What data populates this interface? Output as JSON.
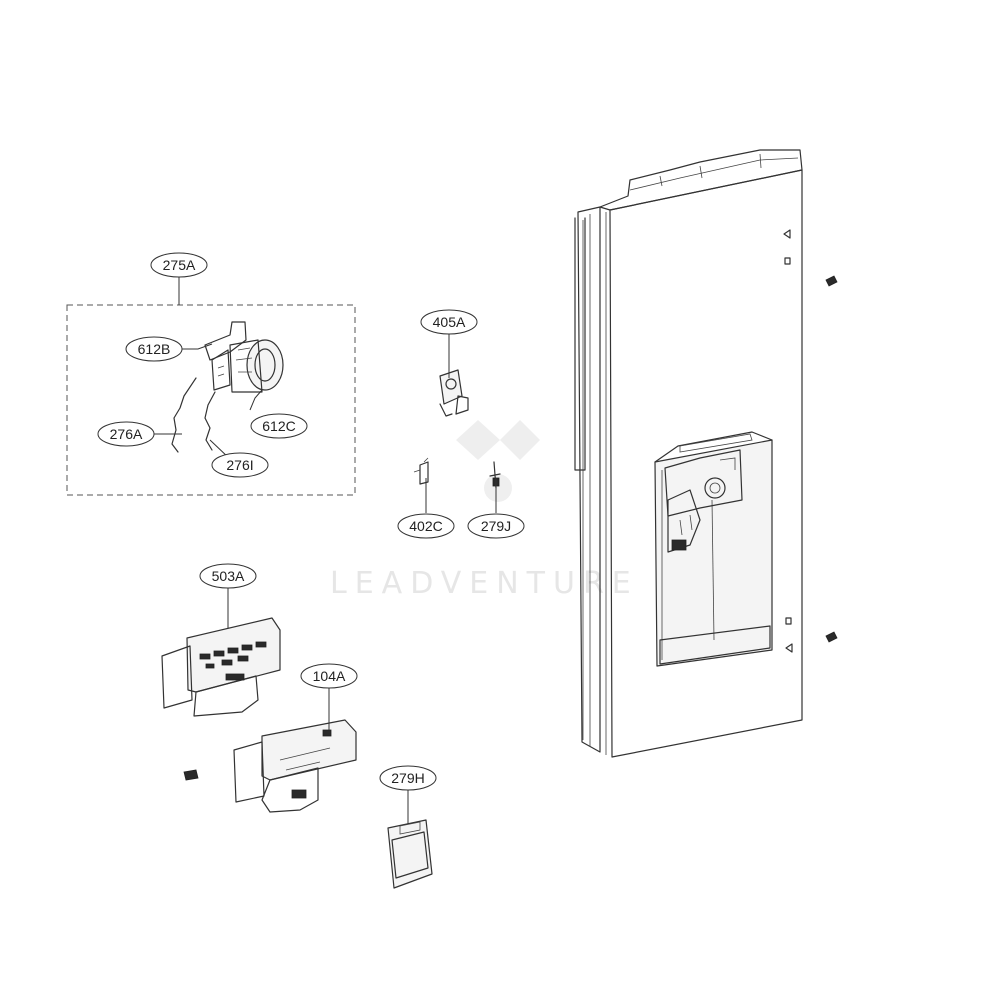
{
  "watermark": "LEADVENTURE",
  "callouts": [
    {
      "id": "275A",
      "label": "275A"
    },
    {
      "id": "612B",
      "label": "612B"
    },
    {
      "id": "612C",
      "label": "612C"
    },
    {
      "id": "276A",
      "label": "276A"
    },
    {
      "id": "276I",
      "label": "276I"
    },
    {
      "id": "405A",
      "label": "405A"
    },
    {
      "id": "402C",
      "label": "402C"
    },
    {
      "id": "279J",
      "label": "279J"
    },
    {
      "id": "503A",
      "label": "503A"
    },
    {
      "id": "104A",
      "label": "104A"
    },
    {
      "id": "279H",
      "label": "279H"
    }
  ]
}
